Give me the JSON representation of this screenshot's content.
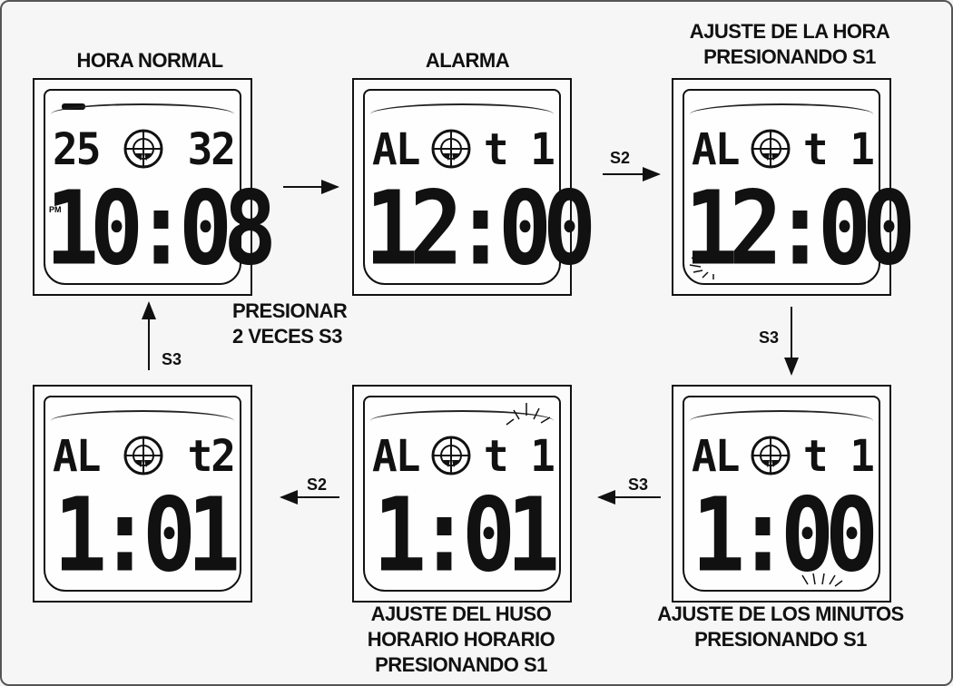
{
  "panels": [
    {
      "id": "hora-normal",
      "title": "HORA NORMAL",
      "left": "25",
      "right": "32",
      "time": "10:08",
      "pm": "PM"
    },
    {
      "id": "alarma",
      "title": "ALARMA",
      "left": "AL",
      "right": "t 1",
      "time": "12:00"
    },
    {
      "id": "ajuste-hora",
      "title_line1": "AJUSTE DE LA HORA",
      "title_line2": "PRESIONANDO S1",
      "left": "AL",
      "right": "t 1",
      "time": "12:00"
    },
    {
      "id": "ajuste-minutos",
      "title_line1": "AJUSTE DE LOS MINUTOS",
      "title_line2": "PRESIONANDO S1",
      "left": "AL",
      "right": "t 1",
      "time": "1:00"
    },
    {
      "id": "ajuste-huso",
      "title_line1": "AJUSTE DEL HUSO",
      "title_line2": "HORARIO HORARIO",
      "title_line3": "PRESIONANDO S1",
      "left": "AL",
      "right": "t 1",
      "time": "1:01"
    },
    {
      "id": "alarma-2",
      "left": "AL",
      "right": "t2",
      "time": "1:01"
    }
  ],
  "buttons": {
    "s2_top": "S2",
    "s3_right": "S3",
    "s3_bottom_right": "S3",
    "s2_bottom_left": "S2",
    "s3_left": "S3"
  },
  "note": {
    "line1": "PRESIONAR",
    "line2": "2 VECES S3"
  }
}
